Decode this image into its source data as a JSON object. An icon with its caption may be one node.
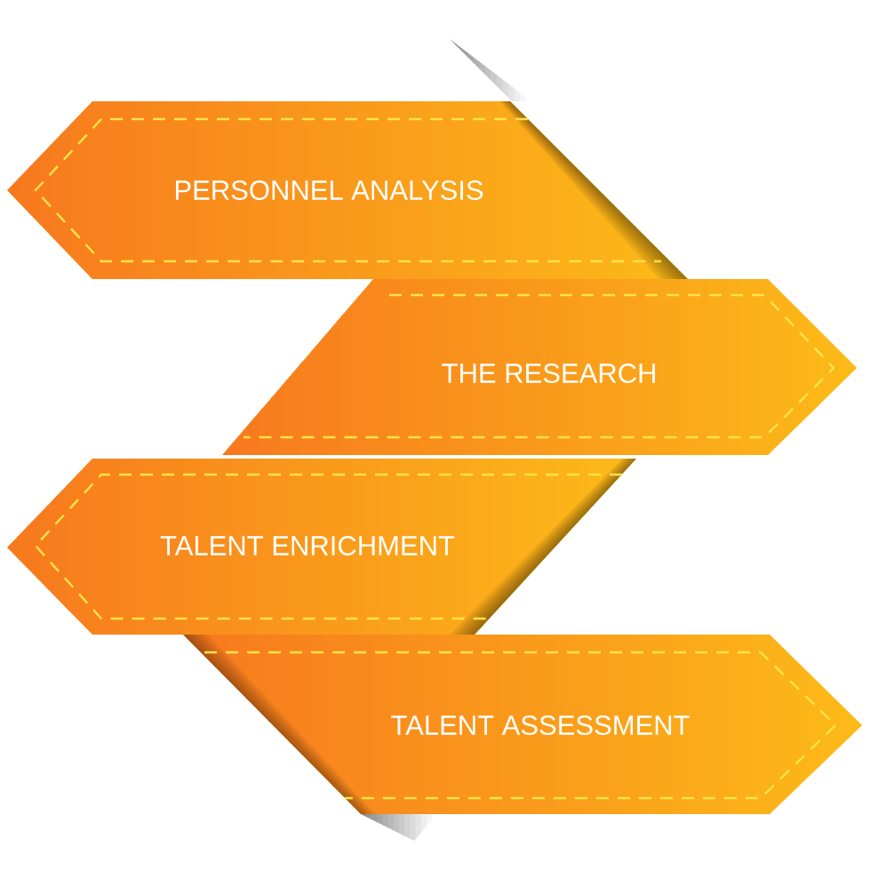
{
  "diagram": {
    "nodes": [
      {
        "text": [
          "PERSONNEL ANALYSIS"
        ]
      },
      {
        "text": [
          "THE RESEARCH"
        ]
      },
      {
        "text": [
          "TALENT ENRICHMENT"
        ]
      },
      {
        "text": [
          "TALENT ASSESSMENT"
        ]
      }
    ]
  }
}
